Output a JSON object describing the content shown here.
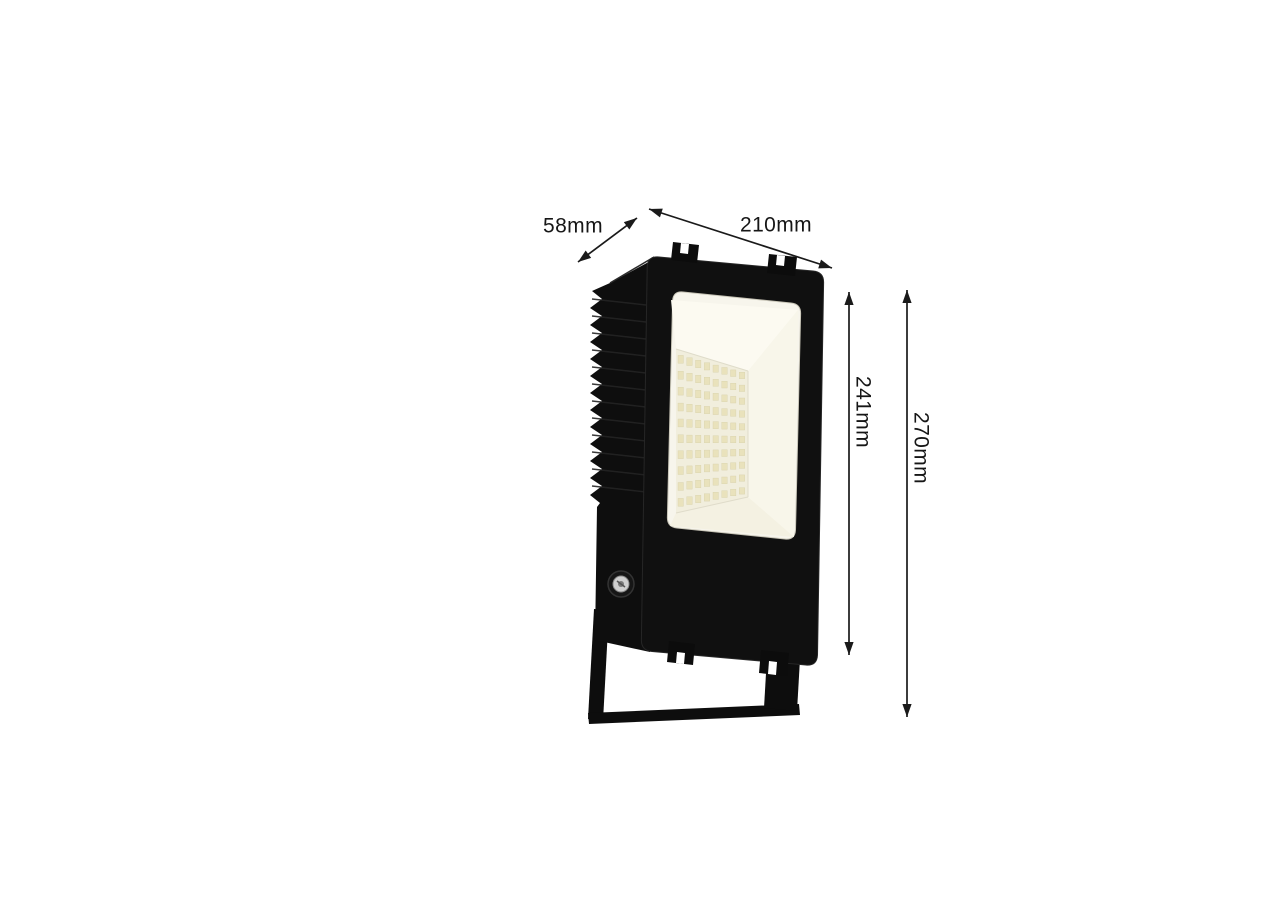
{
  "diagram": {
    "type": "product-dimension-diagram",
    "product": "led-floodlight",
    "dimensions": {
      "depth": "58mm",
      "width": "210mm",
      "body_height": "241mm",
      "total_height": "270mm"
    },
    "led_grid": {
      "rows": 10,
      "cols": 8
    },
    "colors": {
      "background": "#ffffff",
      "body": "#101010",
      "body_edge": "#2b2b2b",
      "panel": "#f7f5ec",
      "panel_plate": "#f1eedd",
      "panel_wall_top": "#fcfaf1",
      "panel_wall_right": "#f8f6ea",
      "panel_wall_bottom": "#f4f1e2",
      "crease": "#dfdcca",
      "led": "#e9e2bc",
      "metal": "#cfcfcf",
      "dimension": "#1a1a1a"
    }
  }
}
